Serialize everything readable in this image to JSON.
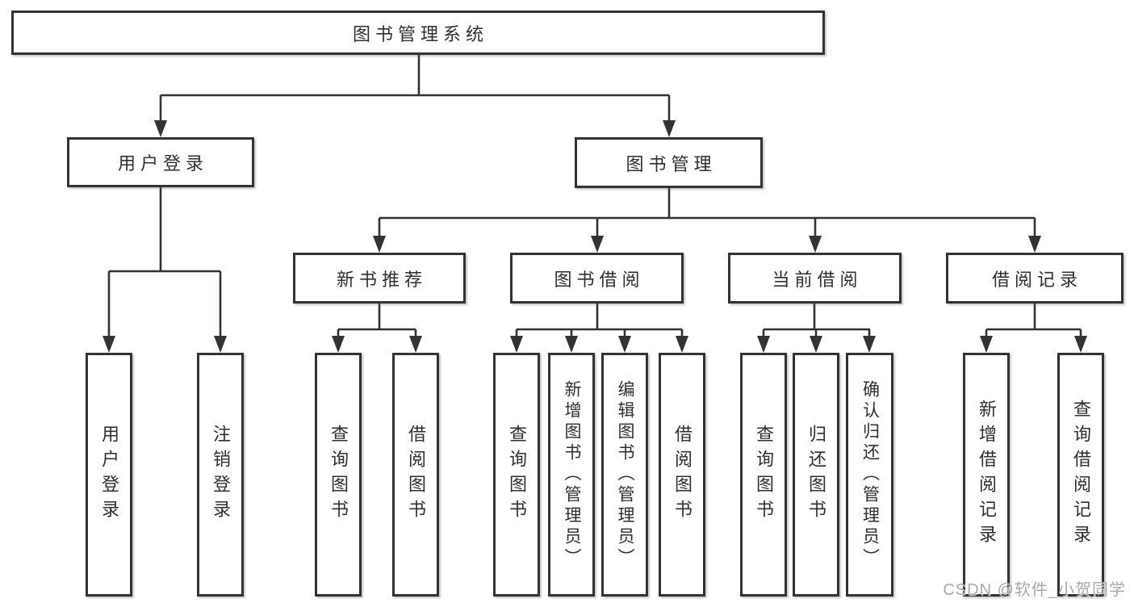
{
  "tree": {
    "root": {
      "label": "图书管理系统"
    },
    "branches": [
      {
        "label": "用户登录",
        "children": [
          {
            "label": "用户登录"
          },
          {
            "label": "注销登录"
          }
        ]
      },
      {
        "label": "图书管理",
        "children": [
          {
            "label": "新书推荐",
            "children": [
              {
                "label": "查询图书"
              },
              {
                "label": "借阅图书"
              }
            ]
          },
          {
            "label": "图书借阅",
            "children": [
              {
                "label": "查询图书"
              },
              {
                "label": "新增图书（管理员）"
              },
              {
                "label": "编辑图书（管理员）"
              },
              {
                "label": "借阅图书"
              }
            ]
          },
          {
            "label": "当前借阅",
            "children": [
              {
                "label": "查询图书"
              },
              {
                "label": "归还图书"
              },
              {
                "label": "确认归还（管理员）"
              }
            ]
          },
          {
            "label": "借阅记录",
            "children": [
              {
                "label": "新增借阅记录"
              },
              {
                "label": "查询借阅记录"
              }
            ]
          }
        ]
      }
    ]
  },
  "watermark": {
    "text": "CSDN @软件_小贺同学"
  },
  "colors": {
    "line": "#333333",
    "box_background": "#ffffff",
    "text": "#2f2f2f",
    "watermark": "#a9a9a9"
  }
}
